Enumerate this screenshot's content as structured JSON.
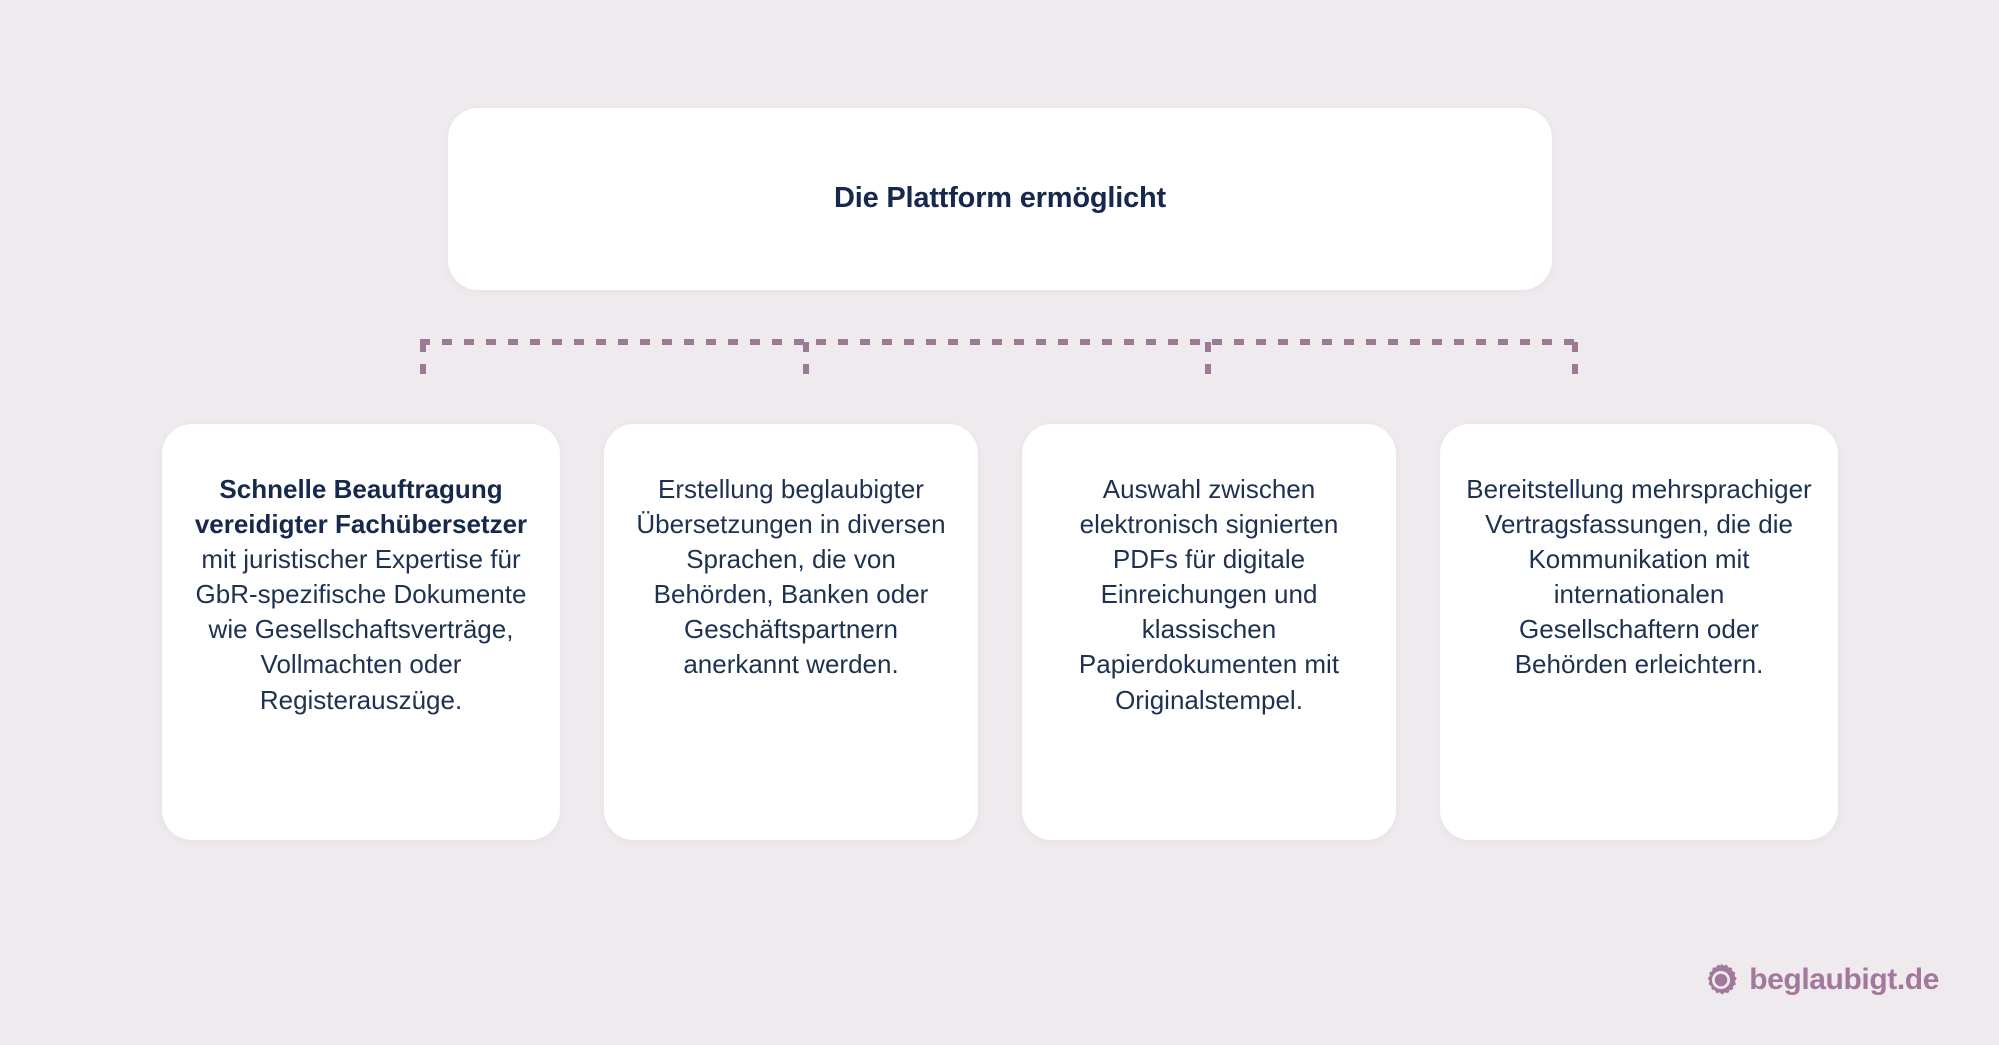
{
  "background_color": "#efeaee",
  "card_color": "#ffffff",
  "text_color": "#1f3150",
  "heading_color": "#16294c",
  "accent_color": "#9b7a96",
  "brand_color": "#a2799c",
  "header": {
    "title": "Die Plattform ermöglicht"
  },
  "cards": [
    {
      "bold_lead": "Schnelle Beauftragung vereidigter Fachübersetzer",
      "rest": " mit juristischer Expertise für GbR-spezifische Dokumente wie Gesellschaftsverträge, Vollmachten oder Registerauszüge.",
      "full_text": "Schnelle Beauftragung vereidigter Fachübersetzer mit juristischer Expertise für GbR-spezifische Dokumente wie Gesellschaftsverträge, Vollmachten oder Registerauszüge."
    },
    {
      "bold_lead": "",
      "rest": "Erstellung beglaubigter Übersetzungen in diversen Sprachen, die von Behörden, Banken oder Geschäftspartnern anerkannt werden.",
      "full_text": "Erstellung beglaubigter Übersetzungen in diversen Sprachen, die von Behörden, Banken oder Geschäftspartnern anerkannt werden."
    },
    {
      "bold_lead": "",
      "rest": "Auswahl zwischen elektronisch signierten PDFs für digitale Einreichungen und klassischen Papierdokumenten mit Originalstempel.",
      "full_text": "Auswahl zwischen elektronisch signierten PDFs für digitale Einreichungen und klassischen Papierdokumenten mit Originalstempel."
    },
    {
      "bold_lead": "",
      "rest": "Bereitstellung mehrsprachiger Vertragsfassungen, die die Kommunikation mit internationalen Gesellschaftern oder Behörden erleichtern.",
      "full_text": "Bereitstellung mehrsprachiger Vertragsfassungen, die die Kommunikation mit internationalen Gesellschaftern oder Behörden erleichtern."
    }
  ],
  "brand": {
    "name": "beglaubigt.de",
    "icon": "cog-circle-icon"
  }
}
